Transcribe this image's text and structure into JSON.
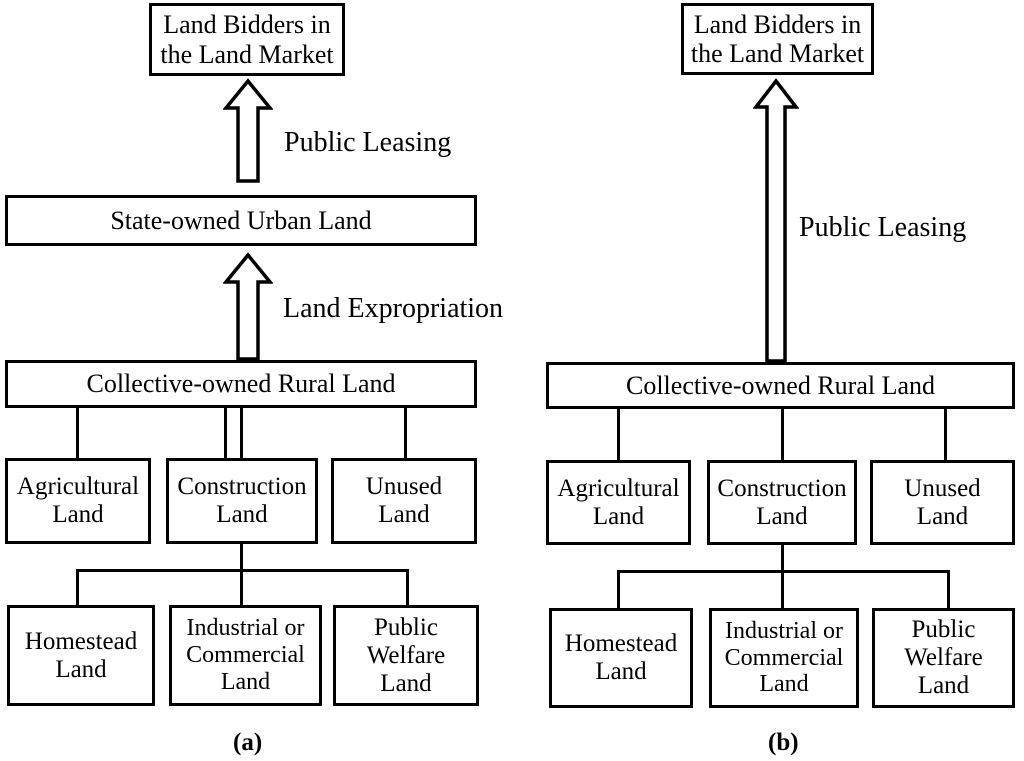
{
  "figure": {
    "type": "flow-diagram",
    "description": "Comparison of land supply systems: (a) state expropriation route, (b) direct rural collective leasing route",
    "panels": [
      {
        "id": "a",
        "caption": "(a)",
        "nodes": [
          {
            "key": "land_bidders",
            "label": "Land Bidders in\nthe Land Market"
          },
          {
            "key": "state_land",
            "label": "State-owned Urban Land"
          },
          {
            "key": "collective_land",
            "label": "Collective-owned Rural Land"
          },
          {
            "key": "agricultural_land",
            "label": "Agricultural\nLand"
          },
          {
            "key": "construction_land",
            "label": "Construction\nLand"
          },
          {
            "key": "unused_land",
            "label": "Unused\nLand"
          },
          {
            "key": "homestead_land",
            "label": "Homestead\nLand"
          },
          {
            "key": "industrial_commercial_land",
            "label": "Industrial or\nCommercial\nLand"
          },
          {
            "key": "public_welfare_land",
            "label": "Public\nWelfare\nLand"
          }
        ],
        "flows": [
          {
            "key": "public_leasing",
            "label": "Public Leasing",
            "from": "state_land",
            "to": "land_bidders"
          },
          {
            "key": "land_expropriation",
            "label": "Land Expropriation",
            "from": "collective_land",
            "to": "state_land"
          }
        ]
      },
      {
        "id": "b",
        "caption": "(b)",
        "nodes": [
          {
            "key": "land_bidders",
            "label": "Land Bidders in\nthe Land Market"
          },
          {
            "key": "collective_land",
            "label": "Collective-owned Rural Land"
          },
          {
            "key": "agricultural_land",
            "label": "Agricultural\nLand"
          },
          {
            "key": "construction_land",
            "label": "Construction\nLand"
          },
          {
            "key": "unused_land",
            "label": "Unused\nLand"
          },
          {
            "key": "homestead_land",
            "label": "Homestead\nLand"
          },
          {
            "key": "industrial_commercial_land",
            "label": "Industrial or\nCommercial\nLand"
          },
          {
            "key": "public_welfare_land",
            "label": "Public\nWelfare\nLand"
          }
        ],
        "flows": [
          {
            "key": "public_leasing",
            "label": "Public Leasing",
            "from": "collective_land",
            "to": "land_bidders"
          }
        ]
      }
    ]
  },
  "colors": {
    "stroke": "#000000",
    "background": "#ffffff",
    "text": "#000000"
  }
}
